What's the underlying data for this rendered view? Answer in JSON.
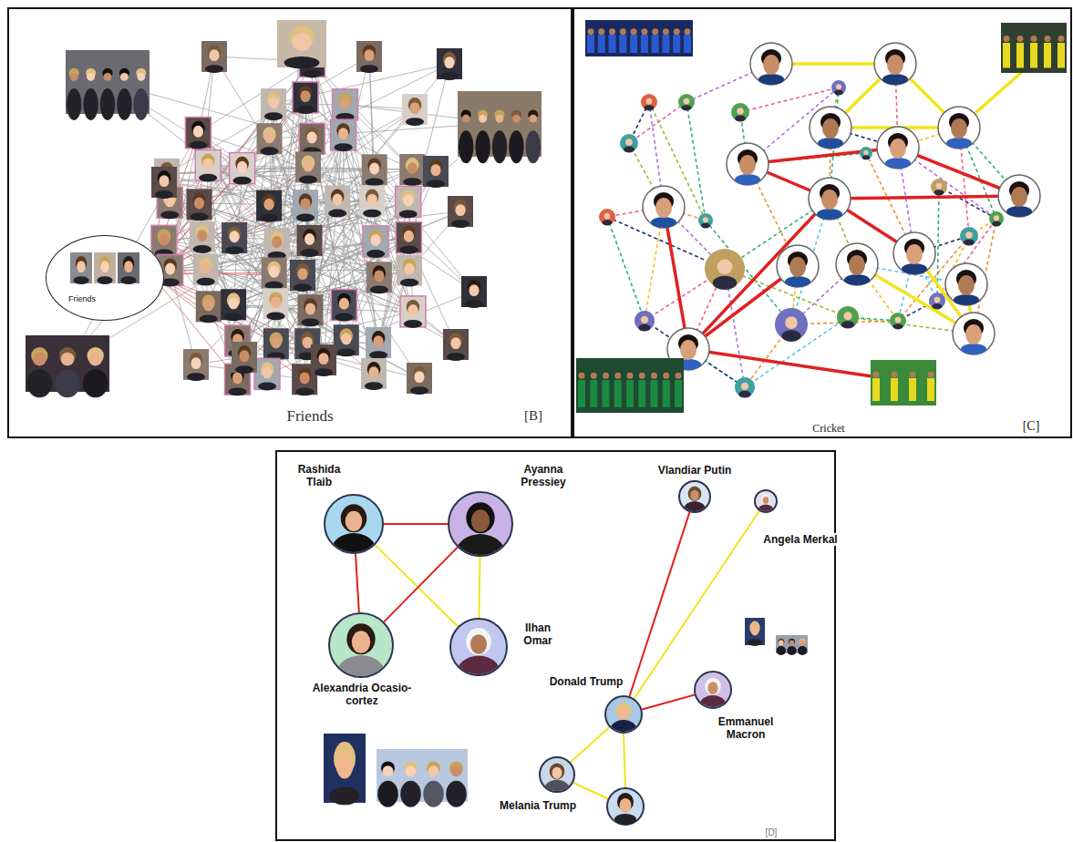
{
  "diagram": {
    "nodes": [
      {
        "text": [
          "Friends"
        ]
      },
      {
        "text": [
          "Rashida Tlaib"
        ]
      },
      {
        "text": [
          "Ayanna Pressiey"
        ]
      },
      {
        "text": [
          "Vlandiar Putin"
        ]
      },
      {
        "text": [
          "Angela Merkal"
        ]
      },
      {
        "text": [
          "Alexandria Ocasio-cortez"
        ]
      },
      {
        "text": [
          "Ilhan Omar"
        ]
      },
      {
        "text": [
          "Donald Trump"
        ]
      },
      {
        "text": [
          "Emmanuel Macron"
        ]
      },
      {
        "text": [
          "Melania Trump"
        ]
      }
    ],
    "edges": [
      {
        "from": 1,
        "to": 2,
        "arrow": "none"
      },
      {
        "from": 1,
        "to": 5,
        "arrow": "none"
      },
      {
        "from": 1,
        "to": 6,
        "arrow": "none"
      },
      {
        "from": 2,
        "to": 5,
        "arrow": "none"
      },
      {
        "from": 2,
        "to": 6,
        "arrow": "none"
      },
      {
        "from": 7,
        "to": 3,
        "arrow": "none"
      },
      {
        "from": 7,
        "to": 4,
        "arrow": "none"
      },
      {
        "from": 7,
        "to": 8,
        "arrow": "none"
      },
      {
        "from": 7,
        "to": 9,
        "arrow": "none"
      }
    ],
    "labels": [
      "Friends",
      "[B]",
      "Cricket",
      "[C]",
      "[D]"
    ]
  }
}
